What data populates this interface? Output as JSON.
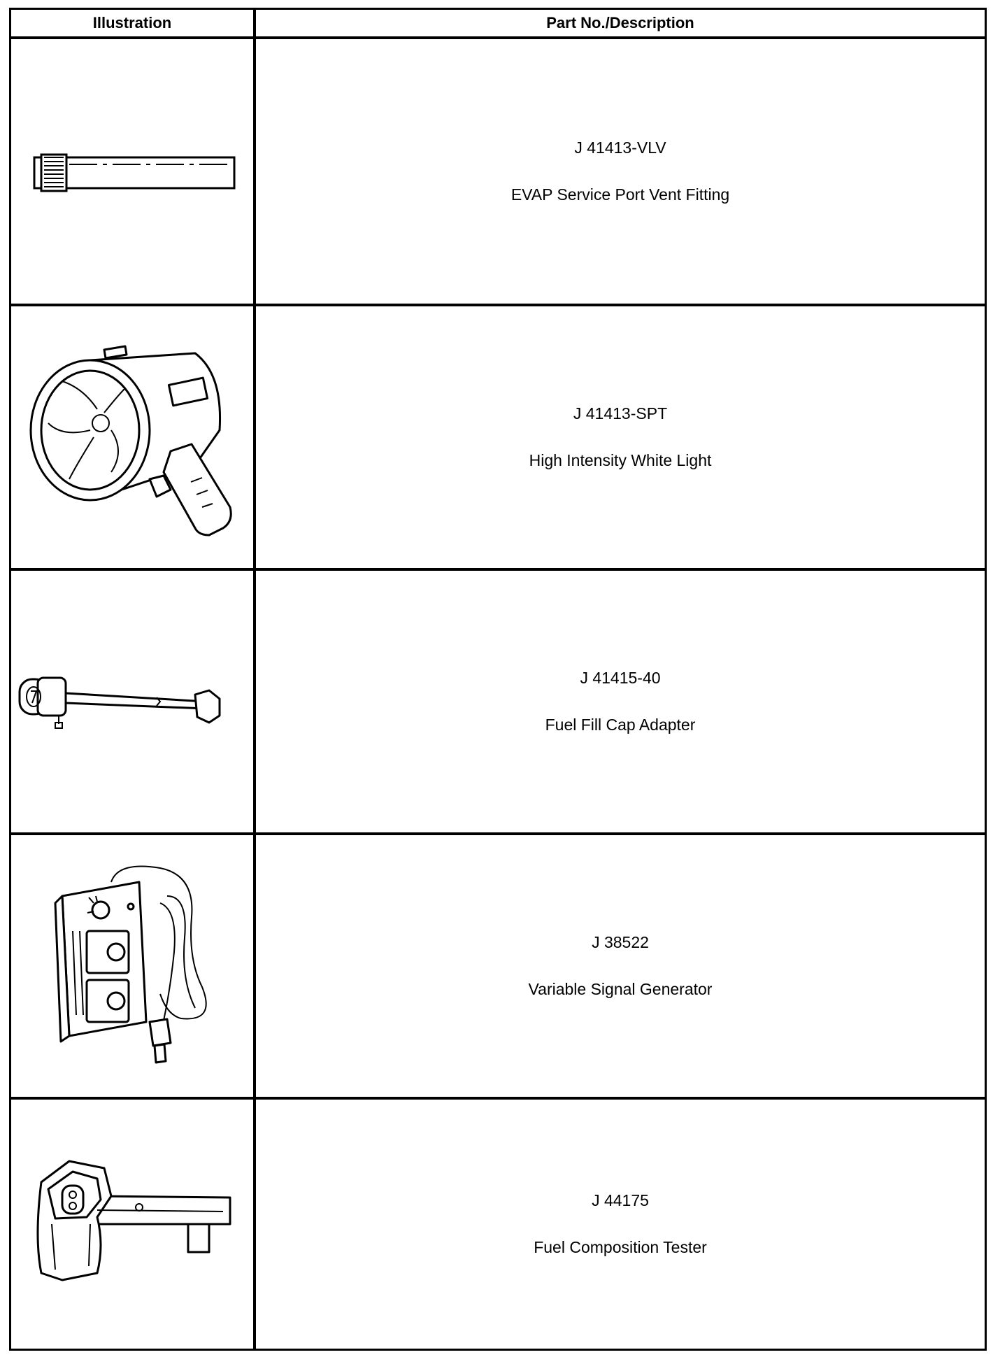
{
  "table": {
    "headers": {
      "illustration": "Illustration",
      "description": "Part No./Description"
    },
    "rows": [
      {
        "part_number": "J 41413-VLV",
        "description": "EVAP Service Port Vent Fitting",
        "icon": "vent-fitting-icon"
      },
      {
        "part_number": "J 41413-SPT",
        "description": "High Intensity White Light",
        "icon": "spotlight-icon"
      },
      {
        "part_number": "J 41415-40",
        "description": "Fuel Fill Cap Adapter",
        "icon": "cap-adapter-icon"
      },
      {
        "part_number": "J 38522",
        "description": "Variable Signal Generator",
        "icon": "signal-generator-icon"
      },
      {
        "part_number": "J 44175",
        "description": "Fuel Composition Tester",
        "icon": "composition-tester-icon"
      }
    ]
  }
}
